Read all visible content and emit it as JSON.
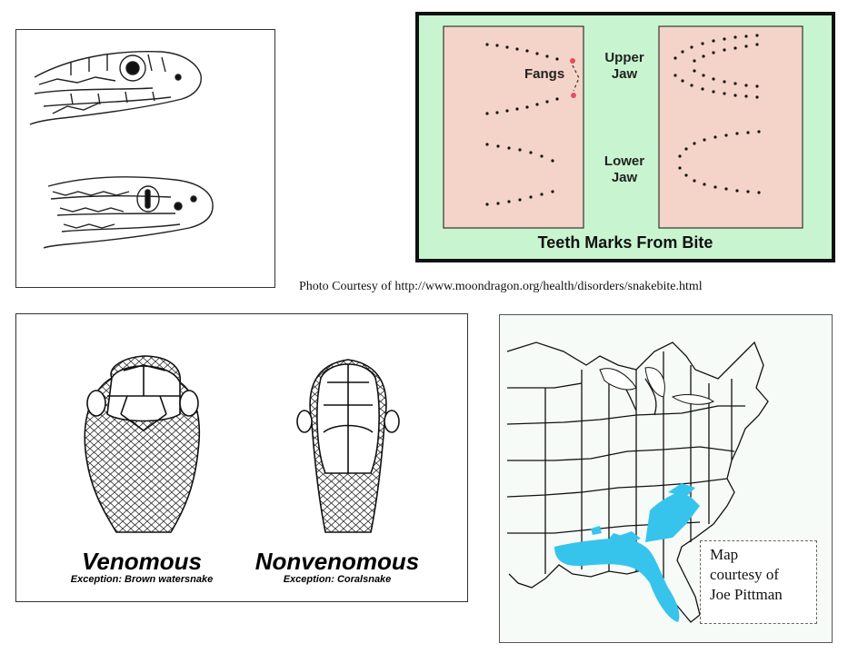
{
  "teeth_panel": {
    "fangs_label": "Fangs",
    "upper_jaw_label": "Upper\nJaw",
    "lower_jaw_label": "Lower\nJaw",
    "title": "Teeth Marks From Bite",
    "colors": {
      "background": "#c8f5d0",
      "pink": "#f4d4c8",
      "fang_dot": "#e05060"
    }
  },
  "credit": {
    "text": "Photo Courtesy of  http://www.moondragon.org/health/disorders/snakebite.html"
  },
  "venom_panel": {
    "venomous": {
      "label": "Venomous",
      "exception": "Exception: Brown watersnake"
    },
    "nonvenomous": {
      "label": "Nonvenomous",
      "exception": "Exception: Coralsnake"
    }
  },
  "map_panel": {
    "credit_lines": [
      "Map",
      "courtesy of",
      "Joe Pittman"
    ],
    "colors": {
      "range": "#36c4ec"
    }
  }
}
